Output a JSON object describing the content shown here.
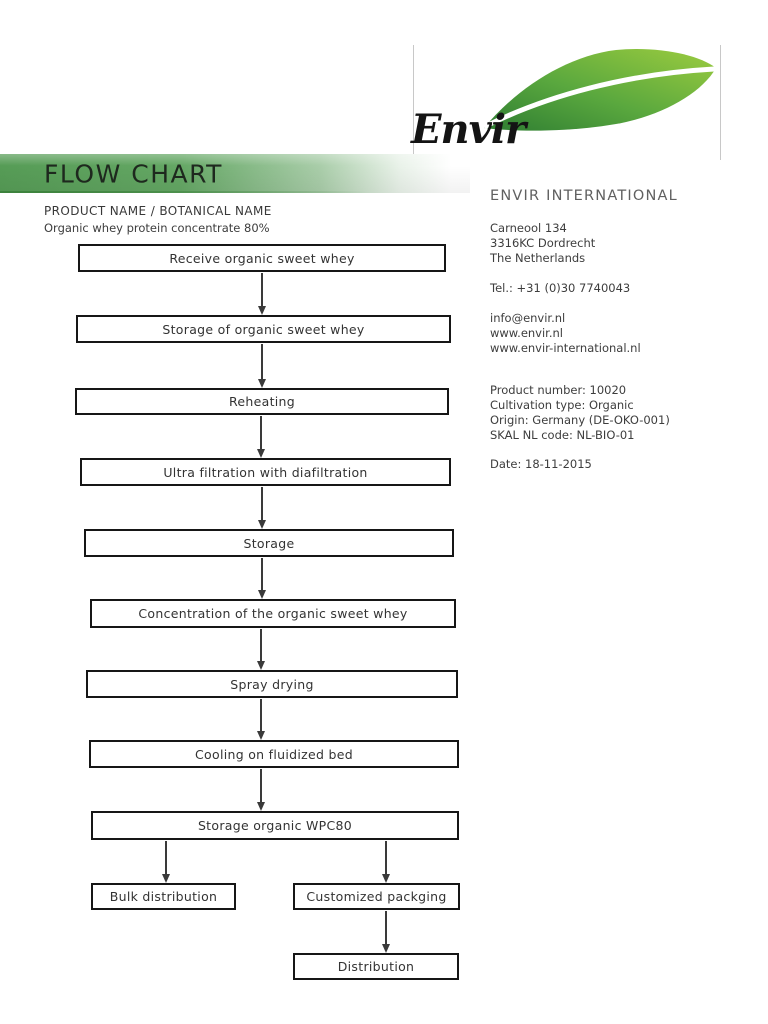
{
  "brand": {
    "wordmark": "Envir"
  },
  "banner": {
    "title": "FLOW CHART"
  },
  "product_header": {
    "label": "PRODUCT NAME / BOTANICAL NAME",
    "name": "Organic whey protein concentrate 80%"
  },
  "company": {
    "name": "ENVIR INTERNATIONAL",
    "address_line1": "Carneool 134",
    "address_line2": "3316KC Dordrecht",
    "address_line3": "The Netherlands",
    "tel": "Tel.: +31 (0)30 7740043",
    "email": "info@envir.nl",
    "website1": "www.envir.nl",
    "website2": "www.envir-international.nl",
    "product_number": "Product number: 10020",
    "cultivation_type": "Cultivation type: Organic",
    "origin": "Origin: Germany (DE-OKO-001)",
    "skal_code": "SKAL NL code: NL-BIO-01",
    "date": "Date: 18-11-2015"
  },
  "flowchart": {
    "nodes": [
      {
        "label": "Receive organic sweet whey"
      },
      {
        "label": "Storage of organic sweet whey"
      },
      {
        "label": "Reheating"
      },
      {
        "label": "Ultra filtration with diafiltration"
      },
      {
        "label": "Storage"
      },
      {
        "label": "Concentration of the organic sweet whey"
      },
      {
        "label": "Spray drying"
      },
      {
        "label": "Cooling on fluidized bed"
      },
      {
        "label": "Storage organic WPC80"
      },
      {
        "label": "Bulk distribution"
      },
      {
        "label": "Customized packging"
      },
      {
        "label": "Distribution"
      }
    ],
    "edges": [
      [
        0,
        1
      ],
      [
        1,
        2
      ],
      [
        2,
        3
      ],
      [
        3,
        4
      ],
      [
        4,
        5
      ],
      [
        5,
        6
      ],
      [
        6,
        7
      ],
      [
        7,
        8
      ],
      [
        8,
        9
      ],
      [
        8,
        10
      ],
      [
        10,
        11
      ]
    ]
  },
  "colors": {
    "banner_green": "#569c56",
    "leaf_dark": "#2e7d32",
    "leaf_mid": "#5aa83e",
    "leaf_light": "#9ccc3f",
    "box_border": "#161616",
    "arrow": "#3a3a3a",
    "text_dark": "#3a3a3a",
    "heading_gray": "#606060"
  }
}
